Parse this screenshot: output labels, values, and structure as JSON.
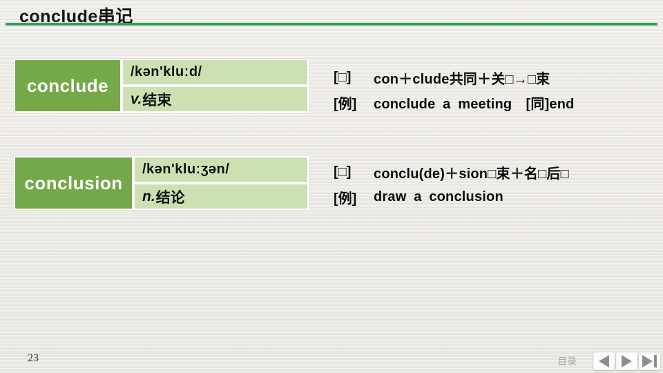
{
  "slide": {
    "title": "conclude串记",
    "page_number": "23",
    "colors": {
      "accent_green": "#74a848",
      "light_green": "#cde0b2",
      "rule_green": "#2da05f"
    }
  },
  "entries": [
    {
      "word": "conclude",
      "phonetic": "/kən'kluːd/",
      "pos": "v.",
      "meaning": "结束",
      "notes": [
        {
          "tag": "[□]",
          "text": "con＋clude共同＋关□→□束"
        },
        {
          "tag": "[例]",
          "text": "conclude a meeting　[同]end"
        }
      ]
    },
    {
      "word": "conclusion",
      "phonetic": "/kən'kluːʒən/",
      "pos": "n.",
      "meaning": "结论",
      "notes": [
        {
          "tag": "[□]",
          "text": "conclu(de)＋sion□束＋名□后□"
        },
        {
          "tag": "[例]",
          "text": "draw a conclusion"
        }
      ]
    }
  ],
  "footer": {
    "toc_label": "目录",
    "nav_icons": [
      "previous-icon",
      "next-icon",
      "last-icon"
    ]
  }
}
